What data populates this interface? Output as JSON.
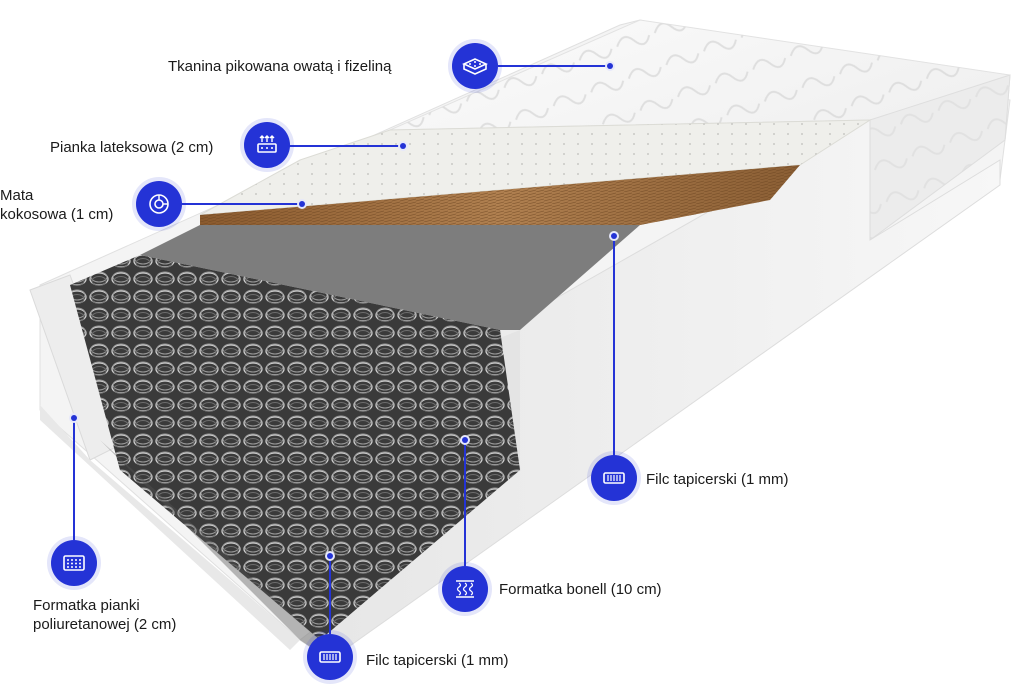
{
  "colors": {
    "accent": "#2433d6",
    "mattress_cover": "#f2f2f2",
    "latex": "#eeeeea",
    "coconut": "#9a6a3a",
    "felt": "#8a8a8a",
    "springs": "#2a2a2a"
  },
  "callouts": [
    {
      "id": "quilted-fabric",
      "label": "Tkanina pikowana owatą i fizeliną",
      "icon": "quilted-fabric-icon"
    },
    {
      "id": "latex-foam",
      "label": "Pianka lateksowa (2 cm)",
      "icon": "latex-foam-icon"
    },
    {
      "id": "coconut-mat",
      "label": "Mata\nkokosowa (1 cm)",
      "icon": "coconut-mat-icon"
    },
    {
      "id": "felt-top",
      "label": "Filc tapicerski (1 mm)",
      "icon": "felt-icon"
    },
    {
      "id": "bonell-springs",
      "label": "Formatka bonell (10 cm)",
      "icon": "bonell-springs-icon"
    },
    {
      "id": "pu-foam",
      "label": "Formatka pianki\npoliuretanowej (2 cm)",
      "icon": "pu-foam-icon"
    },
    {
      "id": "felt-bottom",
      "label": "Filc tapicerski (1 mm)",
      "icon": "felt-icon"
    }
  ]
}
